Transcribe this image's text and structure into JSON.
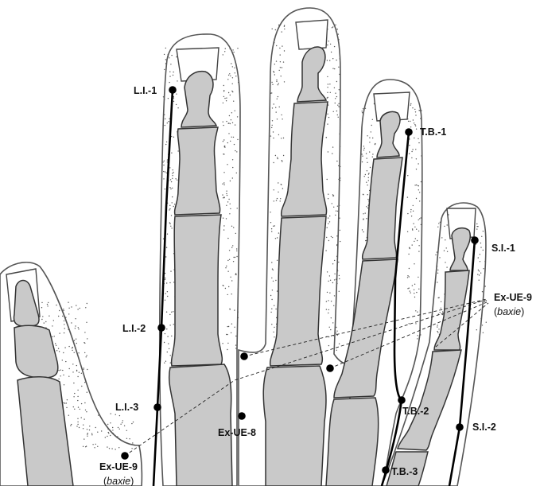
{
  "labels": {
    "li1": "L.I.-1",
    "li2": "L.I.-2",
    "li3": "L.I.-3",
    "tb1": "T.B.-1",
    "tb2": "T.B.-2",
    "tb3": "T.B.-3",
    "si1": "S.I.-1",
    "si2": "S.I.-2",
    "ex8": "Ex-UE-8",
    "ex9_right": "Ex-UE-9",
    "ex9_right_sub": "baxie",
    "ex9_left": "Ex-UE-9",
    "ex9_left_sub": "baxie"
  },
  "colors": {
    "bone": "#c9c9c9",
    "outline": "#555555",
    "meridian": "#000000",
    "background": "#ffffff"
  }
}
